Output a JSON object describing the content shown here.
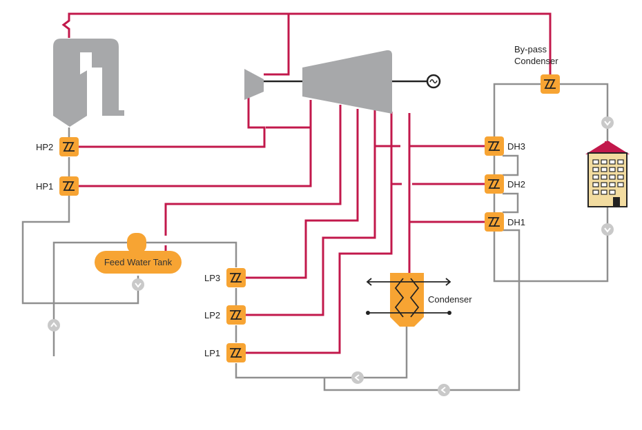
{
  "colors": {
    "steam_line": "#c2184b",
    "water_line": "#8f8f8f",
    "equipment_gray": "#a7a8aa",
    "heat_exchanger": "#f7a433",
    "pump": "#c9c9c9",
    "house_wall": "#f2dca0",
    "house_roof": "#c2184b"
  },
  "labels": {
    "hp2": "HP2",
    "hp1": "HP1",
    "feed_water_tank": "Feed Water Tank",
    "lp3": "LP3",
    "lp2": "LP2",
    "lp1": "LP1",
    "condenser": "Condenser",
    "bypass_line1": "By-pass",
    "bypass_line2": "Condenser",
    "dh3": "DH3",
    "dh2": "DH2",
    "dh1": "DH1"
  },
  "icons": {
    "boiler": "boiler-icon",
    "turbine": "steam-turbine-icon",
    "generator": "generator-icon",
    "heat_exchanger": "heat-exchanger-icon",
    "pump": "pump-icon",
    "house": "building-icon"
  }
}
